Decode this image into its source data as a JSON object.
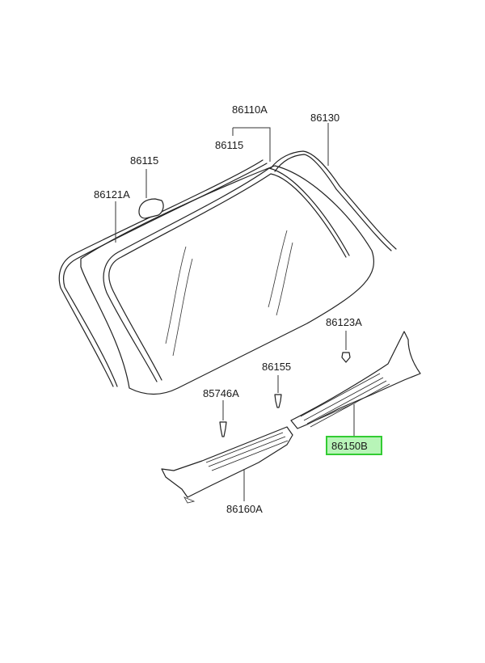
{
  "highlight_color": "#33cc33",
  "highlight_fill": "#b8f5b8",
  "labels": {
    "p86110A": "86110A",
    "p86115_top": "86115",
    "p86130": "86130",
    "p86115_left": "86115",
    "p86121A": "86121A",
    "p86123A": "86123A",
    "p86155": "86155",
    "p85746A": "85746A",
    "p86150B": "86150B",
    "p86160A": "86160A"
  }
}
